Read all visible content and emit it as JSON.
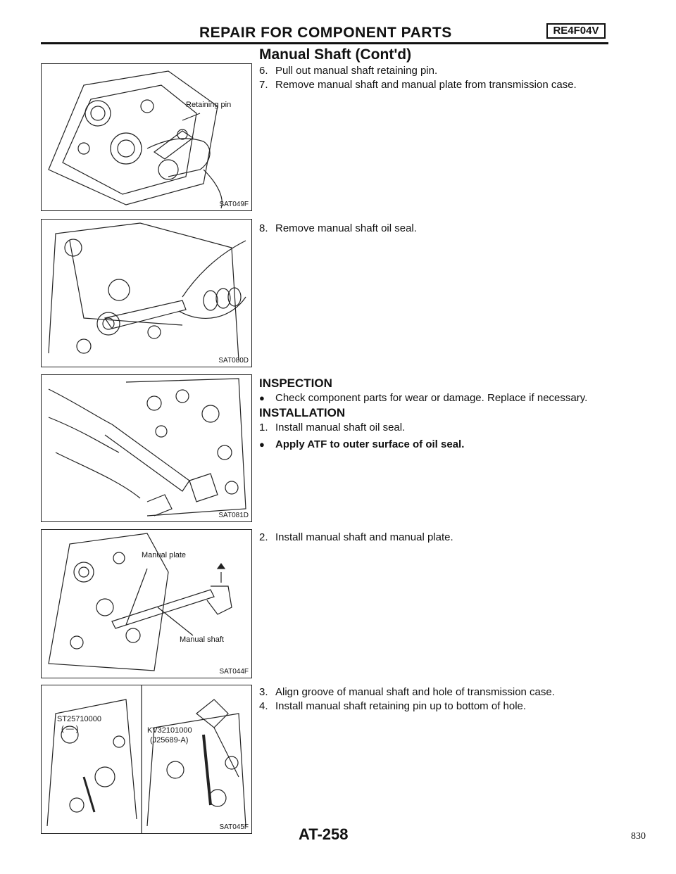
{
  "header": {
    "title": "REPAIR FOR COMPONENT PARTS",
    "model": "RE4F04V"
  },
  "section": {
    "title": "Manual Shaft (Cont'd)"
  },
  "figures": [
    {
      "code": "SAT049F",
      "callouts": [
        "Retaining pin"
      ]
    },
    {
      "code": "SAT080D",
      "callouts": []
    },
    {
      "code": "SAT081D",
      "callouts": []
    },
    {
      "code": "SAT044F",
      "callouts": [
        "Manual plate",
        "Manual shaft"
      ]
    },
    {
      "code": "SAT045F",
      "callouts": [
        "ST25710000",
        "( — )",
        "KV32101000",
        "(J25689-A)"
      ]
    }
  ],
  "removal_steps": [
    {
      "num": "6.",
      "text": "Pull out manual shaft retaining pin."
    },
    {
      "num": "7.",
      "text": "Remove manual shaft and manual plate from transmission case."
    },
    {
      "num": "8.",
      "text": "Remove manual shaft oil seal."
    }
  ],
  "inspection": {
    "heading": "INSPECTION",
    "bullet": "Check component parts for wear or damage. Replace if necessary."
  },
  "installation": {
    "heading": "INSTALLATION",
    "step1": {
      "num": "1.",
      "text": "Install manual shaft oil seal."
    },
    "bullet": "Apply ATF to outer surface of oil seal.",
    "step2": {
      "num": "2.",
      "text": "Install manual shaft and manual plate."
    },
    "step3": {
      "num": "3.",
      "text": "Align groove of manual shaft and hole of transmission case."
    },
    "step4": {
      "num": "4.",
      "text": "Install manual shaft retaining pin up to bottom of hole."
    }
  },
  "footer": {
    "page_label": "AT-258",
    "page_number": "830"
  }
}
